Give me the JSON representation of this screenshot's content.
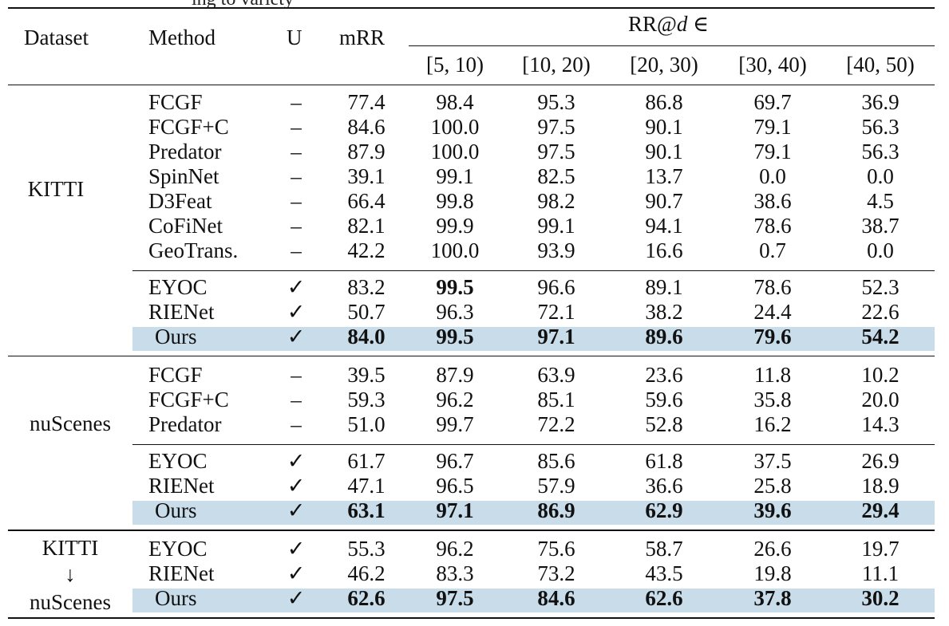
{
  "caption_fragment": "ing to variety",
  "header": {
    "dataset": "Dataset",
    "method": "Method",
    "u": "U",
    "mrr": "mRR",
    "rr_group_prefix": "RR@",
    "rr_group_var": "d",
    "rr_group_suffix": " ∈",
    "ranges": [
      "[5, 10)",
      "[10, 20)",
      "[20, 30)",
      "[30, 40)",
      "[40, 50)"
    ]
  },
  "datasets": [
    {
      "label": "KITTI"
    },
    {
      "label": "nuScenes"
    },
    {
      "label_top": "KITTI",
      "arrow": "↓",
      "label_bottom": "nuScenes"
    }
  ],
  "rows": [
    {
      "method": "FCGF",
      "u": "–",
      "mrr": "77.4",
      "v": [
        "98.4",
        "95.3",
        "86.8",
        "69.7",
        "36.9"
      ]
    },
    {
      "method": "FCGF+C",
      "u": "–",
      "mrr": "84.6",
      "v": [
        "100.0",
        "97.5",
        "90.1",
        "79.1",
        "56.3"
      ]
    },
    {
      "method": "Predator",
      "u": "–",
      "mrr": "87.9",
      "v": [
        "100.0",
        "97.5",
        "90.1",
        "79.1",
        "56.3"
      ]
    },
    {
      "method": "SpinNet",
      "u": "–",
      "mrr": "39.1",
      "v": [
        "99.1",
        "82.5",
        "13.7",
        "0.0",
        "0.0"
      ]
    },
    {
      "method": "D3Feat",
      "u": "–",
      "mrr": "66.4",
      "v": [
        "99.8",
        "98.2",
        "90.7",
        "38.6",
        "4.5"
      ]
    },
    {
      "method": "CoFiNet",
      "u": "–",
      "mrr": "82.1",
      "v": [
        "99.9",
        "99.1",
        "94.1",
        "78.6",
        "38.7"
      ]
    },
    {
      "method": "GeoTrans.",
      "u": "–",
      "mrr": "42.2",
      "v": [
        "100.0",
        "93.9",
        "16.6",
        "0.7",
        "0.0"
      ]
    },
    {
      "method": "EYOC",
      "u": "✓",
      "mrr": "83.2",
      "v": [
        "99.5",
        "96.6",
        "89.1",
        "78.6",
        "52.3"
      ]
    },
    {
      "method": "RIENet",
      "u": "✓",
      "mrr": "50.7",
      "v": [
        "96.3",
        "72.1",
        "38.2",
        "24.4",
        "22.6"
      ]
    },
    {
      "method": "Ours",
      "u": "✓",
      "mrr": "84.0",
      "v": [
        "99.5",
        "97.1",
        "89.6",
        "79.6",
        "54.2"
      ]
    },
    {
      "method": "FCGF",
      "u": "–",
      "mrr": "39.5",
      "v": [
        "87.9",
        "63.9",
        "23.6",
        "11.8",
        "10.2"
      ]
    },
    {
      "method": "FCGF+C",
      "u": "–",
      "mrr": "59.3",
      "v": [
        "96.2",
        "85.1",
        "59.6",
        "35.8",
        "20.0"
      ]
    },
    {
      "method": "Predator",
      "u": "–",
      "mrr": "51.0",
      "v": [
        "99.7",
        "72.2",
        "52.8",
        "16.2",
        "14.3"
      ]
    },
    {
      "method": "EYOC",
      "u": "✓",
      "mrr": "61.7",
      "v": [
        "96.7",
        "85.6",
        "61.8",
        "37.5",
        "26.9"
      ]
    },
    {
      "method": "RIENet",
      "u": "✓",
      "mrr": "47.1",
      "v": [
        "96.5",
        "57.9",
        "36.6",
        "25.8",
        "18.9"
      ]
    },
    {
      "method": "Ours",
      "u": "✓",
      "mrr": "63.1",
      "v": [
        "97.1",
        "86.9",
        "62.9",
        "39.6",
        "29.4"
      ]
    },
    {
      "method": "EYOC",
      "u": "✓",
      "mrr": "55.3",
      "v": [
        "96.2",
        "75.6",
        "58.7",
        "26.6",
        "19.7"
      ]
    },
    {
      "method": "RIENet",
      "u": "✓",
      "mrr": "46.2",
      "v": [
        "83.3",
        "73.2",
        "43.5",
        "19.8",
        "11.1"
      ]
    },
    {
      "method": "Ours",
      "u": "✓",
      "mrr": "62.6",
      "v": [
        "97.5",
        "84.6",
        "62.6",
        "37.8",
        "30.2"
      ]
    }
  ],
  "highlight_rows": [
    9,
    15,
    18
  ],
  "bold_cells": [
    {
      "row": 7,
      "col": 0
    },
    {
      "row": 9,
      "col": "mrr"
    },
    {
      "row": 9,
      "col": 0
    },
    {
      "row": 9,
      "col": 1
    },
    {
      "row": 9,
      "col": 2
    },
    {
      "row": 9,
      "col": 3
    },
    {
      "row": 9,
      "col": 4
    },
    {
      "row": 15,
      "col": "mrr"
    },
    {
      "row": 15,
      "col": 0
    },
    {
      "row": 15,
      "col": 1
    },
    {
      "row": 15,
      "col": 2
    },
    {
      "row": 15,
      "col": 3
    },
    {
      "row": 15,
      "col": 4
    },
    {
      "row": 18,
      "col": "mrr"
    },
    {
      "row": 18,
      "col": 0
    },
    {
      "row": 18,
      "col": 1
    },
    {
      "row": 18,
      "col": 2
    },
    {
      "row": 18,
      "col": 3
    },
    {
      "row": 18,
      "col": 4
    }
  ],
  "colors": {
    "highlight": "#c9dcea",
    "rule": "#111111"
  }
}
